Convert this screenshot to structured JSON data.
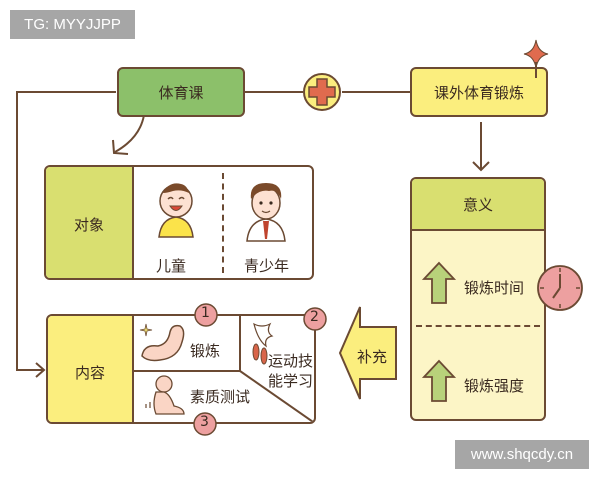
{
  "watermarks": {
    "top_left": "TG: MYYJJPP",
    "bottom_right": "www.shqcdy.cn"
  },
  "nodes": {
    "pe_class": "体育课",
    "extracurricular": "课外体育锻炼",
    "plus_symbol": "plus",
    "target": {
      "header": "对象",
      "items": [
        "儿童",
        "青少年"
      ]
    },
    "content": {
      "header": "内容",
      "items": [
        {
          "number": "1",
          "label": "锻炼"
        },
        {
          "number": "2",
          "label_line1": "运动技",
          "label_line2": "能学习"
        },
        {
          "number": "3",
          "label": "素质测试"
        }
      ]
    },
    "significance": {
      "header": "意义",
      "items": [
        "锻炼时间",
        "锻炼强度"
      ]
    },
    "supplement_arrow": "补充"
  },
  "colors": {
    "green_box": "#8cc06a",
    "yellow_box": "#fbee7e",
    "olive_header": "#d9df70",
    "pale_yellow": "#fcf5c6",
    "outline": "#6b4a33",
    "red_accent": "#e06b4e",
    "pink_circle": "#eda0a0"
  }
}
